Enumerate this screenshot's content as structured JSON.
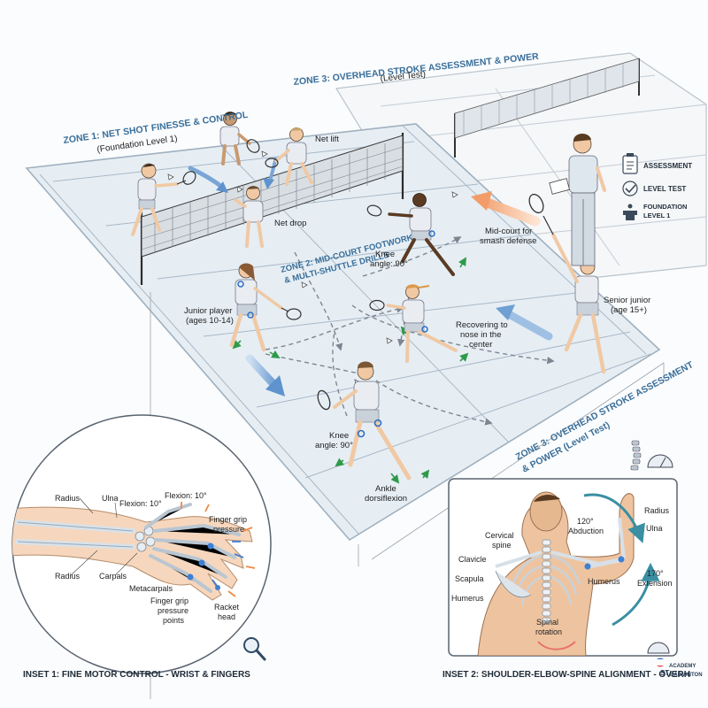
{
  "zones": {
    "zone1_title": "ZONE 1: NET SHOT FINESSE & CONTROL",
    "zone1_sub": "(Foundation Level 1)",
    "zone2_title_l1": "ZONE 2: MID-COURT FOOTWORK",
    "zone2_title_l2": "& MULTI-SHUTTLE DRILLS",
    "zone3_top_title": "ZONE 3: OVERHEAD STROKE ASSESSMENT & POWER",
    "zone3_top_sub": "(Level Test)",
    "zone3_side_l1": "ZONE 3: OVERHEAD STROKE ASSESSMENT",
    "zone3_side_l2": "& POWER (Level Test)"
  },
  "labels": {
    "net_lift": "Net lift",
    "net_drop": "Net drop",
    "knee_angle_1_l1": "Knee",
    "knee_angle_1_l2": "angle: 90°",
    "knee_angle_2_l1": "Knee",
    "knee_angle_2_l2": "angle: 90°",
    "junior_player_l1": "Junior player",
    "junior_player_l2": "(ages 10-14)",
    "recovering_l1": "Recovering to",
    "recovering_l2": "nose in the",
    "recovering_l3": "center",
    "midcourt_l1": "Mid-court for",
    "midcourt_l2": "smash defense",
    "senior_l1": "Senior junior",
    "senior_l2": "(age 15+)",
    "ankle_l1": "Ankle",
    "ankle_l2": "dorsiflexion"
  },
  "legend": {
    "assessment": "ASSESSMENT",
    "level_test": "LEVEL TEST",
    "foundation_l1": "FOUNDATION",
    "foundation_l2": "LEVEL 1"
  },
  "inset1": {
    "caption": "INSET 1: FINE MOTOR CONTROL - WRIST & FINGERS",
    "radius_top": "Radius",
    "ulna": "Ulna",
    "flexion_1": "Flexion: 10°",
    "flexion_2": "Flexion: 10°",
    "finger_grip_l1": "Finger grip",
    "finger_grip_l2": "pressure",
    "radius_bottom": "Radius",
    "carpals": "Carpals",
    "metacarpals": "Metacarpals",
    "points_l1": "Finger grip",
    "points_l2": "pressure",
    "points_l3": "points",
    "racket_l1": "Racket",
    "racket_l2": "head"
  },
  "inset2": {
    "caption": "INSET 2: SHOULDER-ELBOW-SPINE ALIGNMENT - OVERH",
    "cervical_l1": "Cervical",
    "cervical_l2": "spine",
    "clavicle": "Clavicle",
    "scapula": "Scapula",
    "humerus_left": "Humerus",
    "abduction_l1": "120°",
    "abduction_l2": "Abduction",
    "radius": "Radius",
    "ulna": "Ulna",
    "extension_l1": "170°",
    "extension_l2": "Extension",
    "humerus_right": "Humerus",
    "spinal_l1": "Spinal",
    "spinal_l2": "rotation"
  },
  "brand": {
    "line1": "ACADEMY",
    "line2": "BADMINTON"
  },
  "icons": [
    "clipboard-icon",
    "checkmark-icon",
    "podium-icon",
    "search-icon",
    "spine-icon",
    "protractor-icon"
  ],
  "colors": {
    "court": "#e6eef4",
    "zone_text": "#3a6f9a",
    "arrow_blue": "#7aa6d6",
    "arrow_peach": "#f4b38a",
    "skin": "#f0c9a4",
    "teal": "#3a8fa3"
  }
}
